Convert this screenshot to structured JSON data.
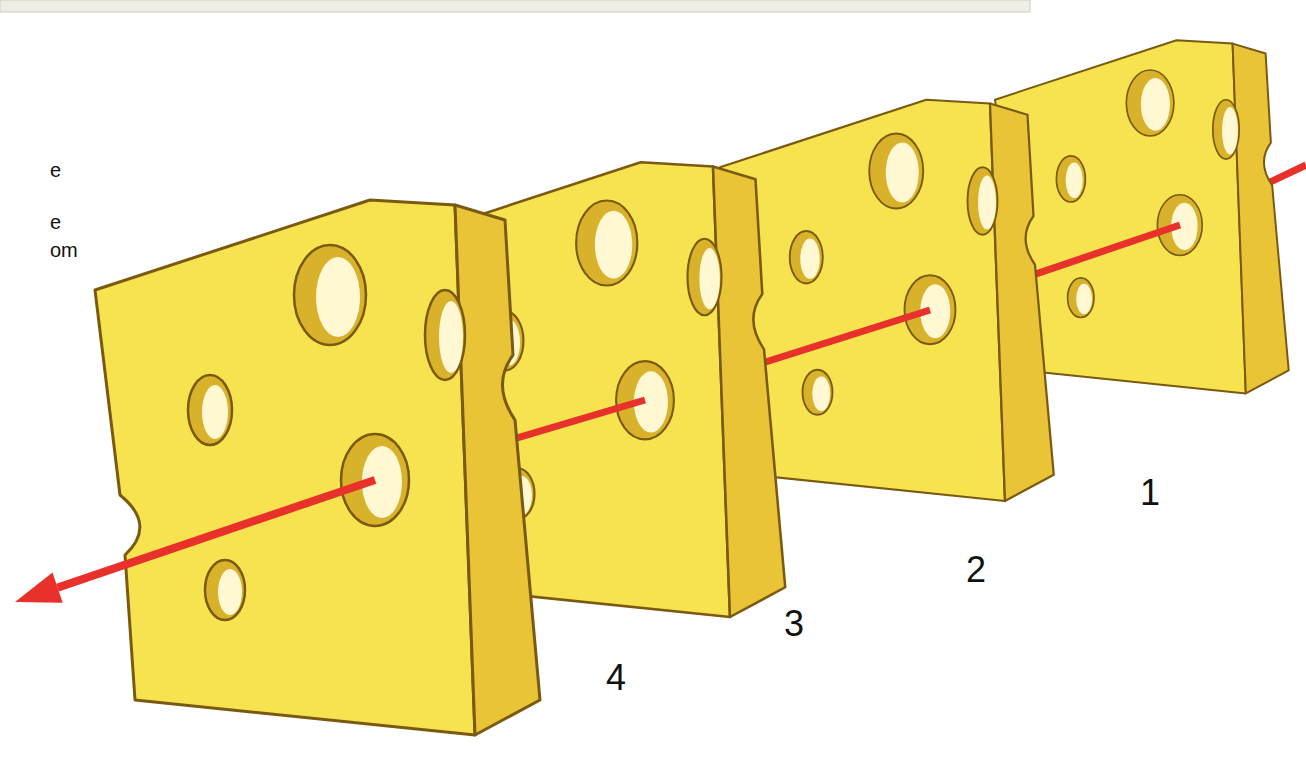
{
  "diagram": {
    "labels": [
      "e",
      "e",
      "om",
      "1",
      "2",
      "3",
      "4"
    ]
  }
}
